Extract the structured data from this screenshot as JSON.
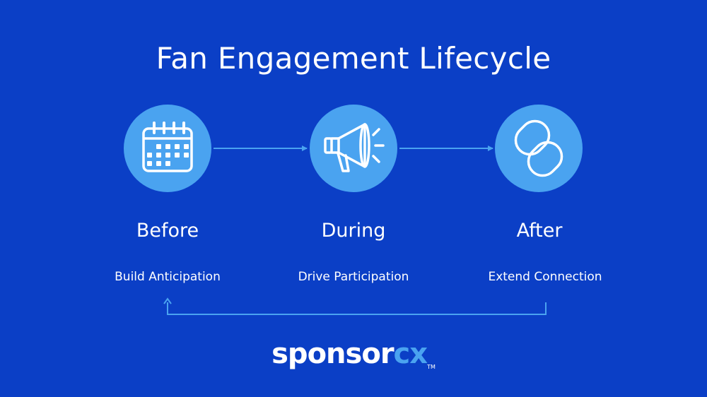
{
  "title": "Fan Engagement Lifecycle",
  "stages": [
    {
      "label": "Before",
      "description": "Build Anticipation",
      "icon": "calendar-icon"
    },
    {
      "label": "During",
      "description": "Drive Participation",
      "icon": "megaphone-icon"
    },
    {
      "label": "After",
      "description": "Extend Connection",
      "icon": "link-icon"
    }
  ],
  "brand": {
    "main": "sponsor",
    "accent": "cx",
    "tm": "TM"
  },
  "colors": {
    "background": "#0b3fc6",
    "circle": "#4aa3f0",
    "arrow": "#4aa3f0",
    "text": "#ffffff",
    "brand_accent": "#4aa3f0"
  }
}
